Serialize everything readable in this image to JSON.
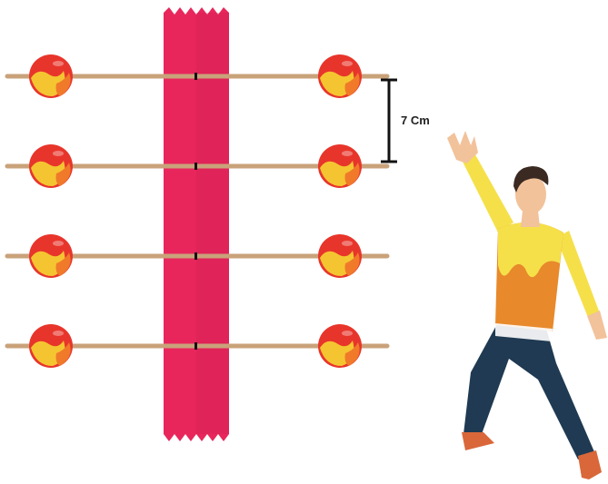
{
  "diagram": {
    "spacing_label": "7 Cm",
    "rod_count": 4,
    "colors": {
      "background": "#ffffff",
      "tape": "#e8265c",
      "tape_shadow": "#c81c4c",
      "rod": "#c9a27a",
      "ball_red": "#e8352b",
      "ball_yellow": "#f4c531",
      "ball_orange": "#f07a2a",
      "dimension_line": "#111111",
      "shirt_yellow": "#f5e04a",
      "shirt_orange": "#e8892b",
      "pants": "#1f3a52",
      "skin": "#f2c29b",
      "hair": "#3a2a22",
      "shoes": "#d9673a"
    },
    "icons": {
      "tape": "vertical-red-tape-strip",
      "rods": "horizontal-wooden-rod",
      "balls": "wax-ball",
      "person": "dancing-person-figure"
    }
  }
}
